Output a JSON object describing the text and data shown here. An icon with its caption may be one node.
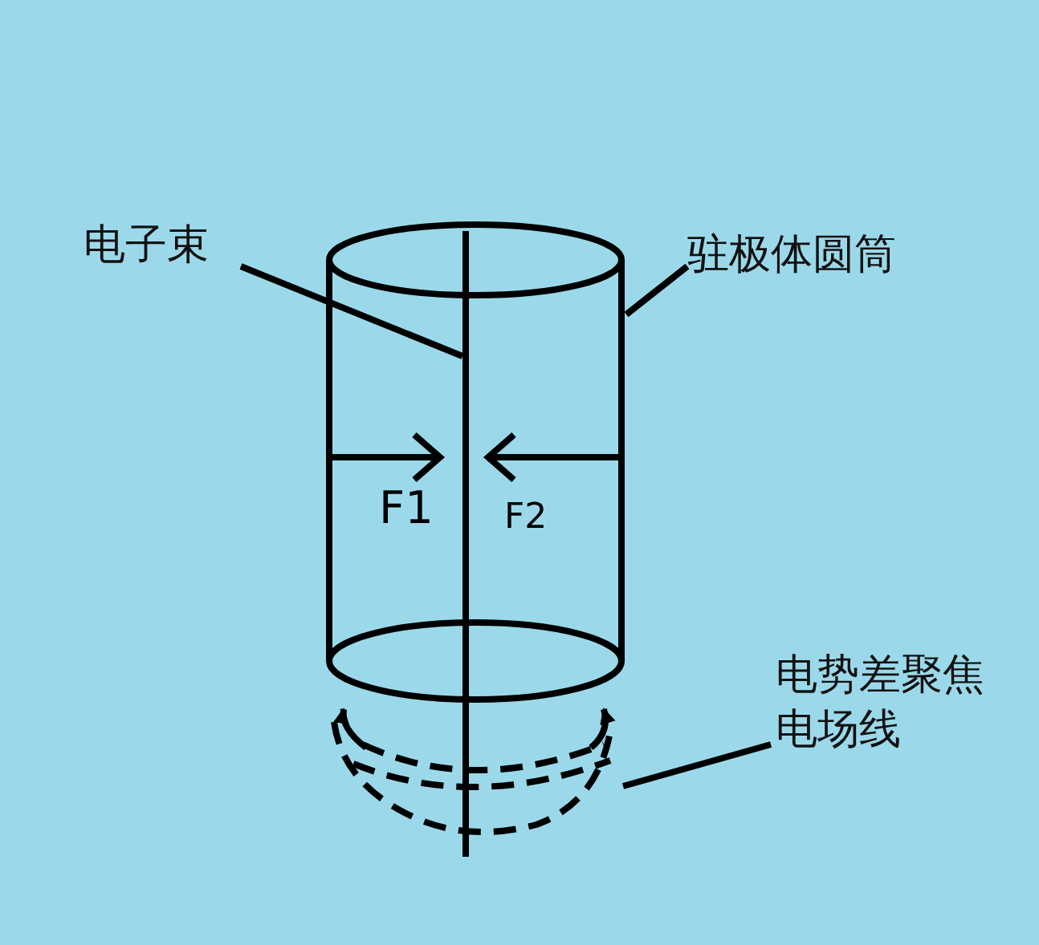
{
  "diagram": {
    "nodes": [
      {
        "text": [
          "电子束"
        ]
      },
      {
        "text": [],
        "shape": "line"
      },
      {
        "text": [
          "驻极体圆筒"
        ]
      },
      {
        "text": [],
        "shape": "cylinder"
      },
      {
        "text": [
          "电势差聚焦电场线"
        ]
      },
      {
        "text": [],
        "shape": "arc"
      }
    ],
    "edges": [
      {
        "from": 0,
        "to": 1,
        "arrow": "none"
      },
      {
        "from": 2,
        "to": 3,
        "arrow": "none"
      },
      {
        "from": 4,
        "to": 5,
        "arrow": "none"
      }
    ],
    "labels": [
      "F1",
      "F2"
    ]
  }
}
